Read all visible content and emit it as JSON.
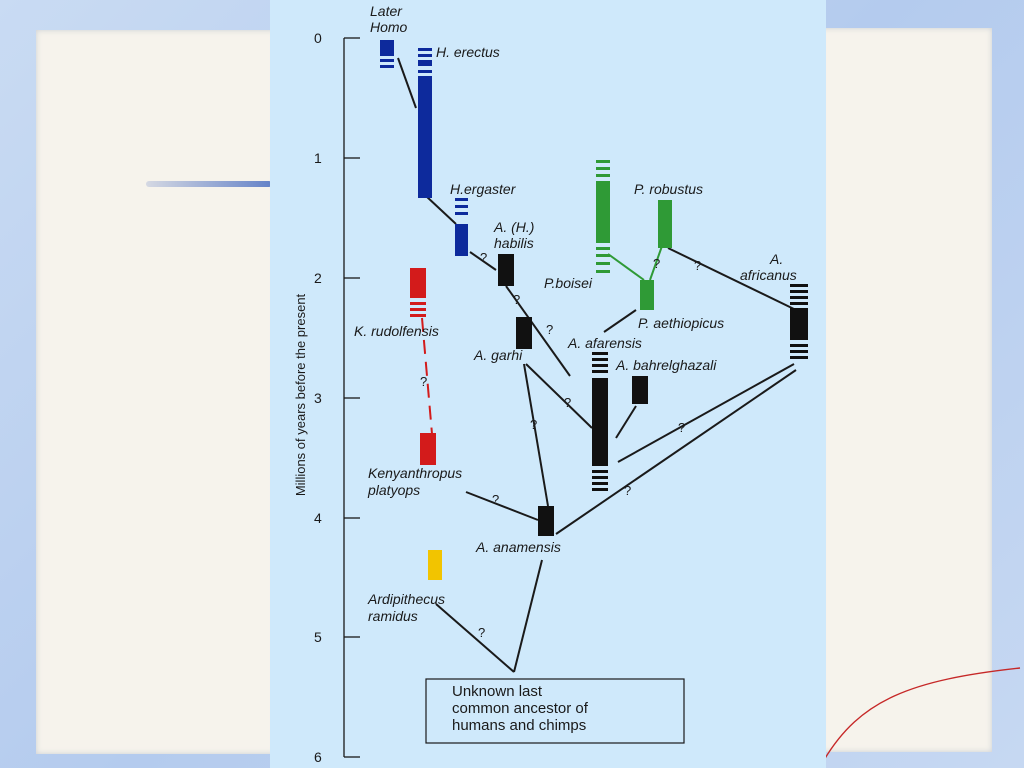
{
  "axis": {
    "label": "Millions of years before the present",
    "ticks": [
      "0",
      "1",
      "2",
      "3",
      "4",
      "5",
      "6"
    ]
  },
  "taxa": {
    "later_homo": [
      "Later",
      "Homo"
    ],
    "h_erectus": "H. erectus",
    "h_ergaster": "H.ergaster",
    "a_habilis": [
      "A. (H.)",
      "habilis"
    ],
    "p_robustus": "P. robustus",
    "a_africanus": [
      "A.",
      "africanus"
    ],
    "p_boisei": "P.boisei",
    "p_aethiopicus": "P. aethiopicus",
    "k_rudolfensis": "K. rudolfensis",
    "a_garhi": "A. garhi",
    "a_afarensis": "A. afarensis",
    "a_bahrelghazali": "A. bahrelghazali",
    "kenyanthropus": [
      "Kenyanthropus",
      "platyops"
    ],
    "a_anamensis": "A. anamensis",
    "ardipithecus": [
      "Ardipithecus",
      "ramidus"
    ]
  },
  "ancestor_box": [
    "Unknown last",
    "common ancestor of",
    "humans and chimps"
  ],
  "question_mark": "?",
  "colors": {
    "homo": "#0d2a9c",
    "paranthropus": "#2f9a36",
    "kenyanthropus": "#d31b1b",
    "ardipithecus": "#f2c400",
    "australopithecus": "#111111",
    "panel": "#cfe9fb"
  }
}
